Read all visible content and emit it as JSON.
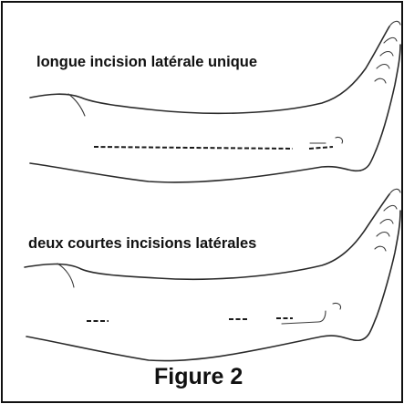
{
  "diagram": {
    "top_panel": {
      "label": "longue incision latérale unique"
    },
    "bottom_panel": {
      "label": "deux courtes incisions latérales"
    },
    "caption": "Figure 2"
  }
}
